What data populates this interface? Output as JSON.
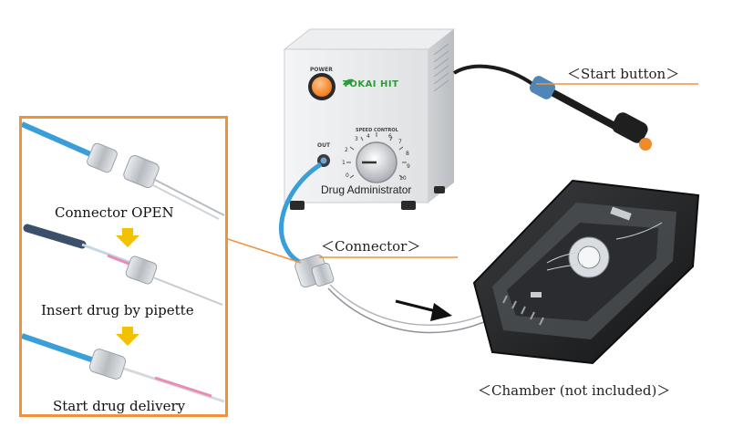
{
  "device": {
    "power_label": "POWER",
    "brand": "TOKAI HIT",
    "speed_label": "SPEED CONTROL",
    "out_label": "OUT",
    "name": "Drug Administrator",
    "dial_numbers": [
      "0",
      "1",
      "2",
      "3",
      "4",
      "5",
      "6",
      "7",
      "8",
      "9",
      "10"
    ]
  },
  "callouts": {
    "start_button": "＜Start button＞",
    "connector": "＜Connector＞",
    "chamber": "＜Chamber (not included)＞"
  },
  "steps": [
    {
      "label": "Connector OPEN"
    },
    {
      "label": "Insert drug by pipette"
    },
    {
      "label": "Start drug delivery"
    }
  ],
  "colors": {
    "accent_orange": "#f0923a",
    "tube_blue": "#3a9fd8",
    "arrow_yellow": "#f2c200",
    "brand_green": "#2e9a3a",
    "drug_pink": "#e98bb8"
  }
}
